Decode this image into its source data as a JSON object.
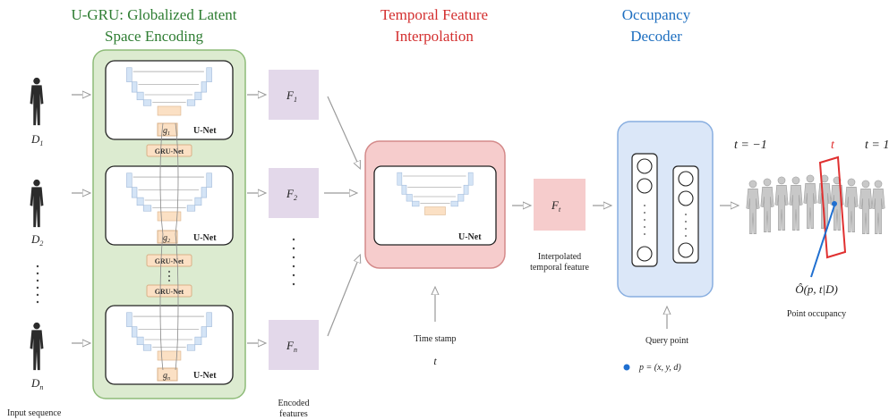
{
  "titles": {
    "encoding_line1": "U-GRU: Globalized Latent",
    "encoding_line2": "Space Encoding",
    "interp_line1": "Temporal Feature",
    "interp_line2": "Interpolation",
    "decoder_line1": "Occupancy",
    "decoder_line2": "Decoder"
  },
  "colors": {
    "encoding_title": "#2e7d32",
    "interp_title": "#d32f2f",
    "decoder_title": "#1e6fc0",
    "encoding_panel": "#dcebd0",
    "interp_panel": "#f6cccc",
    "decoder_panel": "#dbe7f8",
    "feature_box": "#e3d8ea",
    "unet_block": "#d4e4f6",
    "bottleneck": "#fbe0c4",
    "red_frame": "#e03030",
    "blue_pointer": "#1f6fd0"
  },
  "inputs": {
    "d1": "D",
    "d1_sub": "1",
    "d2": "D",
    "d2_sub": "2",
    "dn": "D",
    "dn_sub": "n",
    "label": "Input sequence"
  },
  "unets": {
    "label": "U-Net",
    "g1": "g",
    "g1_sub": "1",
    "g2": "g",
    "g2_sub": "2",
    "gn": "g",
    "gn_sub": "n",
    "gru_label": "GRU-Net"
  },
  "features": {
    "f1": "F",
    "f1_sub": "1",
    "f2": "F",
    "f2_sub": "2",
    "fn": "F",
    "fn_sub": "n",
    "label_line1": "Encoded",
    "label_line2": "features"
  },
  "interp": {
    "unet_label": "U-Net",
    "time_stamp": "Time stamp",
    "t": "t",
    "ft": "F",
    "ft_sub": "t",
    "ft_label_line1": "Interpolated",
    "ft_label_line2": "temporal feature"
  },
  "decoder": {
    "query_point": "Query point",
    "point_formula": "p = (x, y, d)"
  },
  "output": {
    "t_start": "t = −1",
    "t_mid": "t",
    "t_end": "t = 1",
    "occupancy_formula": "Ô(p, t|D)",
    "occupancy_label": "Point occupancy"
  }
}
